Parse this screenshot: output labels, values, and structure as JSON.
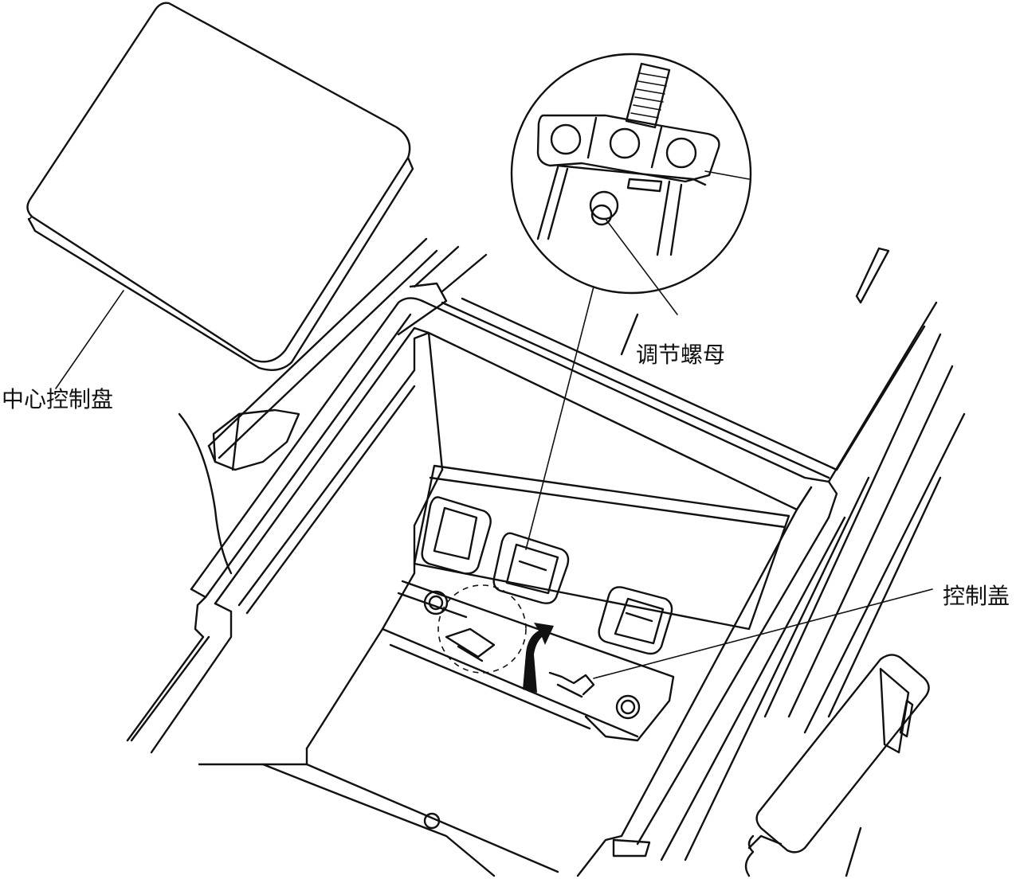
{
  "labels": {
    "center_console_panel": "中心控制盘",
    "adjusting_nut": "调节螺母",
    "control_cover": "控制盖"
  }
}
